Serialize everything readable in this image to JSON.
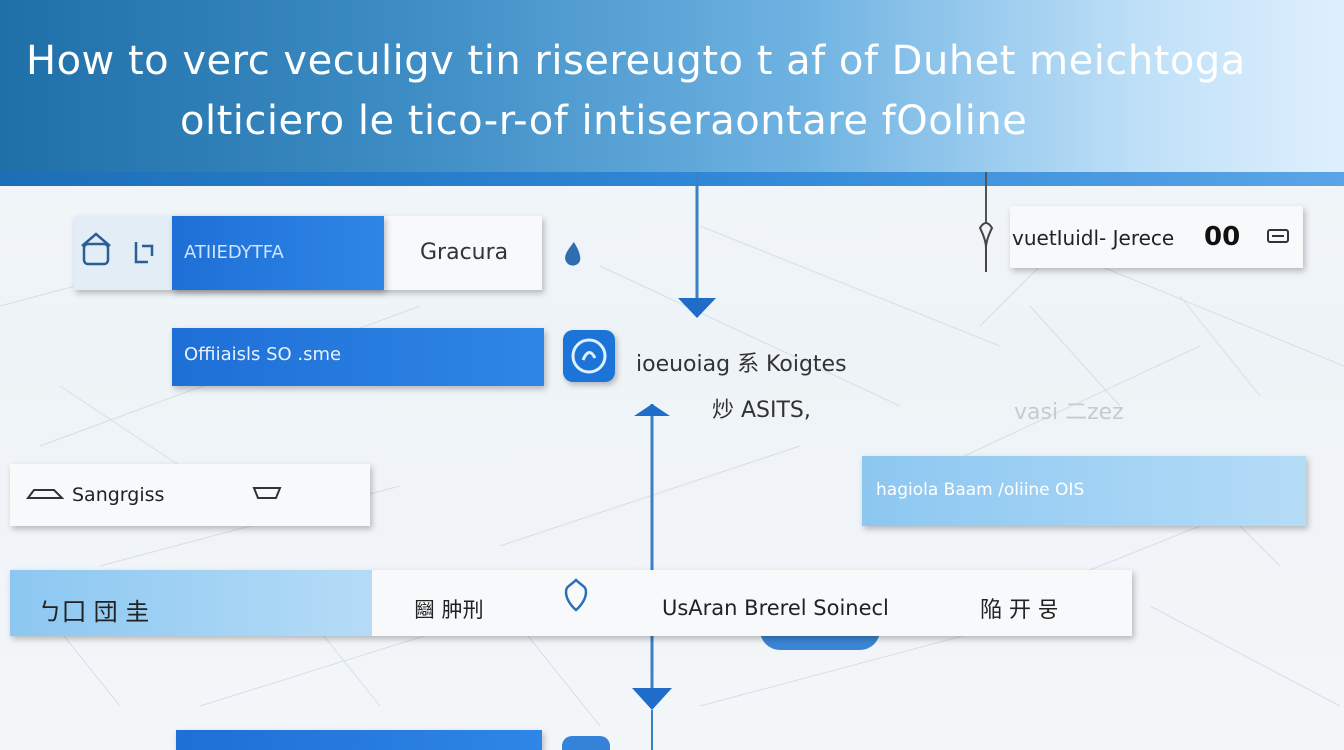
{
  "header": {
    "title_line1": "How to verc veculigv tin risereugto t af of Duhet meichtoga",
    "title_line2": "olticiero le tico-r-of intiseraontare fOoline"
  },
  "nodes": {
    "row1_blue_label": "ATIIEDYTFA",
    "row1_right_label": "Gracura",
    "top_right_label": "vuetIuidl- Jerece",
    "top_right_value": "00",
    "row2_blue_label": "Offiiaisls SO .sme",
    "mid_label_1": "ioeuoiag 系 Koigtes",
    "mid_label_2": "炒 ASITS,",
    "faint_label": "vasi 二zez",
    "row3_left_label": "Sangrgiss",
    "row3_right_label": "hagiola Baam /oliine OIS",
    "row4_left_label": "ㄅ囗 団 圭",
    "row4_mid_label": "圝 肿刑",
    "row4_right_label": "UsAran Brerel Soinecl",
    "row4_far_label": "陥 开 뭉"
  },
  "colors": {
    "accent_blue": "#1e6fd6",
    "light_blue": "#b5dcf7",
    "header_dark": "#1f6fa8"
  },
  "icons": [
    "home-icon",
    "document-icon",
    "droplet-icon",
    "settings-icon",
    "circle-app-icon",
    "car-icon",
    "tag-icon"
  ]
}
